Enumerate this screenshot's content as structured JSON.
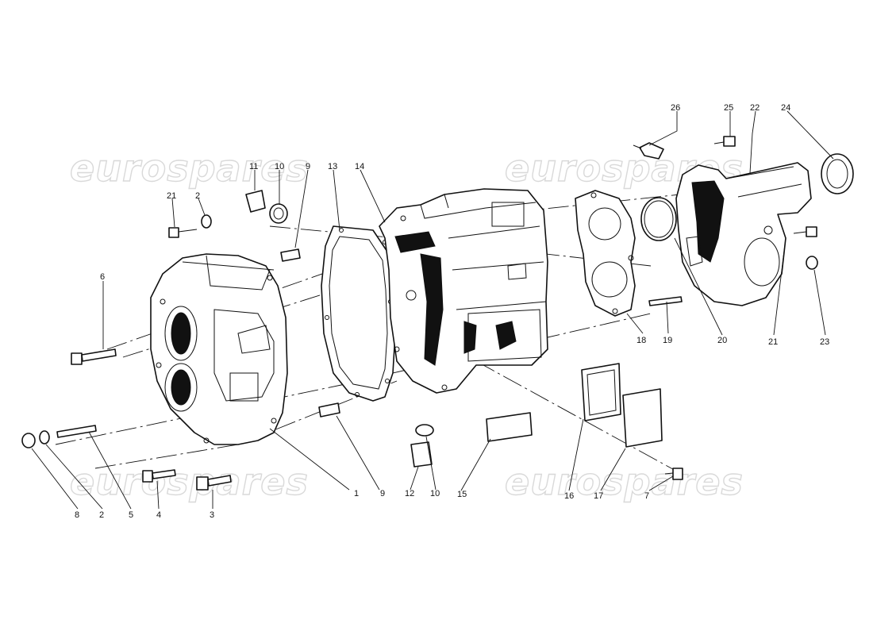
{
  "watermark": {
    "text": "eurospares"
  },
  "callouts": [
    {
      "id": "c26",
      "label": "26"
    },
    {
      "id": "c25",
      "label": "25"
    },
    {
      "id": "c22",
      "label": "22"
    },
    {
      "id": "c24",
      "label": "24"
    },
    {
      "id": "c11",
      "label": "11"
    },
    {
      "id": "c10a",
      "label": "10"
    },
    {
      "id": "c9a",
      "label": "9"
    },
    {
      "id": "c13",
      "label": "13"
    },
    {
      "id": "c14",
      "label": "14"
    },
    {
      "id": "c21a",
      "label": "21"
    },
    {
      "id": "c2a",
      "label": "2"
    },
    {
      "id": "c6",
      "label": "6"
    },
    {
      "id": "c18",
      "label": "18"
    },
    {
      "id": "c19",
      "label": "19"
    },
    {
      "id": "c20",
      "label": "20"
    },
    {
      "id": "c21b",
      "label": "21"
    },
    {
      "id": "c23",
      "label": "23"
    },
    {
      "id": "c8",
      "label": "8"
    },
    {
      "id": "c2b",
      "label": "2"
    },
    {
      "id": "c5",
      "label": "5"
    },
    {
      "id": "c4",
      "label": "4"
    },
    {
      "id": "c3",
      "label": "3"
    },
    {
      "id": "c1",
      "label": "1"
    },
    {
      "id": "c9b",
      "label": "9"
    },
    {
      "id": "c12",
      "label": "12"
    },
    {
      "id": "c10b",
      "label": "10"
    },
    {
      "id": "c15",
      "label": "15"
    },
    {
      "id": "c16",
      "label": "16"
    },
    {
      "id": "c17",
      "label": "17"
    },
    {
      "id": "c7",
      "label": "7"
    }
  ]
}
